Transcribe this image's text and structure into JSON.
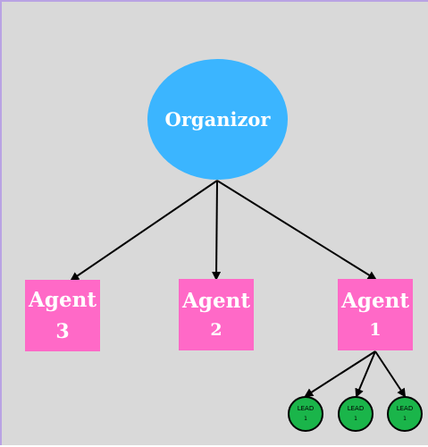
{
  "organizer": {
    "label": "Organizor",
    "color": "#3bb5ff"
  },
  "agents": [
    {
      "title": "Agent",
      "number": "3"
    },
    {
      "title": "Agent",
      "number": "2"
    },
    {
      "title": "Agent",
      "number": "1"
    }
  ],
  "agent_color": "#ff69c7",
  "leads": [
    {
      "title": "LEAD",
      "number": "1"
    },
    {
      "title": "LEAD",
      "number": "1"
    },
    {
      "title": "LEAD",
      "number": "1"
    }
  ],
  "lead_color": "#1ab54a",
  "background_color": "#d9d9d9",
  "connections": [
    {
      "from": "Organizor",
      "to": "Agent 3"
    },
    {
      "from": "Organizor",
      "to": "Agent 2"
    },
    {
      "from": "Organizor",
      "to": "Agent 1"
    },
    {
      "from": "Agent 1",
      "to": "LEAD 1 (left)"
    },
    {
      "from": "Agent 1",
      "to": "LEAD 1 (middle)"
    },
    {
      "from": "Agent 1",
      "to": "LEAD 1 (right)"
    }
  ]
}
